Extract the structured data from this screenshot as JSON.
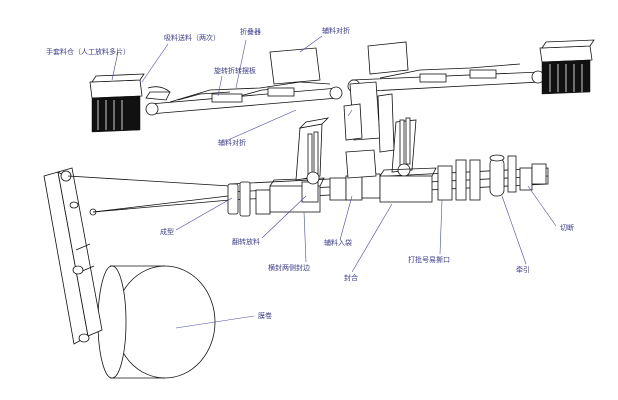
{
  "labels": {
    "hand_box_stack": "手套料仓（人工放料多片）",
    "suction_feed": "吸料送料（两次）",
    "fold_plate": "折叠器",
    "rotate_fold_plate": "旋转折转摆板",
    "sub_fold_top": "辅料对折",
    "sub_fold_mid": "辅料对折",
    "forming": "成型",
    "flip_feed": "翻转放料",
    "side_seal": "横封两侧封边",
    "sub_bag": "辅料入袋",
    "sealer": "封合",
    "print_tear": "打批号易撕口",
    "traction": "牵引",
    "cutoff": "切断",
    "film_roll": "膜卷"
  },
  "colors": {
    "line": "#111111",
    "label": "#3c3c8c",
    "leader": "#4a4aa0"
  }
}
